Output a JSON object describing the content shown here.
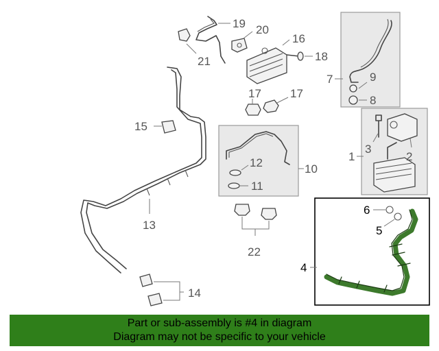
{
  "callouts": {
    "c1": "1",
    "c2": "2",
    "c3": "3",
    "c4": "4",
    "c5": "5",
    "c6": "6",
    "c7": "7",
    "c8": "8",
    "c9": "9",
    "c10": "10",
    "c11": "11",
    "c12": "12",
    "c13": "13",
    "c14": "14",
    "c15": "15",
    "c16": "16",
    "c17a": "17",
    "c17b": "17",
    "c18": "18",
    "c19": "19",
    "c20": "20",
    "c21": "21",
    "c22": "22"
  },
  "banner": {
    "line1": "Part or sub-assembly is #4 in diagram",
    "line2": "Diagram may not be specific to your vehicle"
  },
  "colors": {
    "banner_background": "#2f7f1a",
    "highlight_part": "#3d7a2c"
  },
  "highlighted_part": "4"
}
